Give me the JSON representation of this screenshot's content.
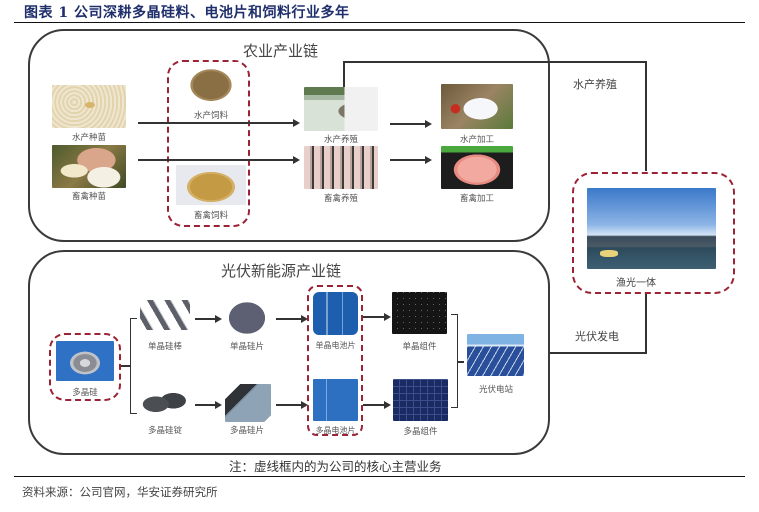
{
  "figure": {
    "title": "图表 1 公司深耕多晶硅料、电池片和饲料行业多年"
  },
  "agriculture_chain": {
    "title": "农业产业链",
    "nodes": {
      "aquatic_fry": "水产种苗",
      "livestock_fry": "畜禽种苗",
      "aquatic_feed": "水产饲料",
      "livestock_feed": "畜禽饲料",
      "aquatic_farming": "水产养殖",
      "livestock_farming": "畜禽养殖",
      "aquatic_processing": "水产加工",
      "livestock_processing": "畜禽加工"
    }
  },
  "pv_chain": {
    "title": "光伏新能源产业链",
    "nodes": {
      "polysilicon": "多晶硅",
      "mono_rod": "单晶硅棒",
      "mono_wafer": "单晶硅片",
      "mono_cell": "单晶电池片",
      "mono_module": "单晶组件",
      "poly_ingot": "多晶硅锭",
      "poly_wafer": "多晶硅片",
      "poly_cell": "多晶电池片",
      "poly_module": "多晶组件",
      "pv_station": "光伏电站"
    }
  },
  "integration": {
    "fishery_pv": "渔光一体",
    "link_top_label": "水产养殖",
    "link_bottom_label": "光伏发电"
  },
  "note": "注：虚线框内的为公司的核心主营业务",
  "source": "资料来源：公司官网，华安证券研究所",
  "colors": {
    "title": "#1f2f6b",
    "dashed_highlight": "#9b2335",
    "panel_border": "#3a3a3a"
  }
}
